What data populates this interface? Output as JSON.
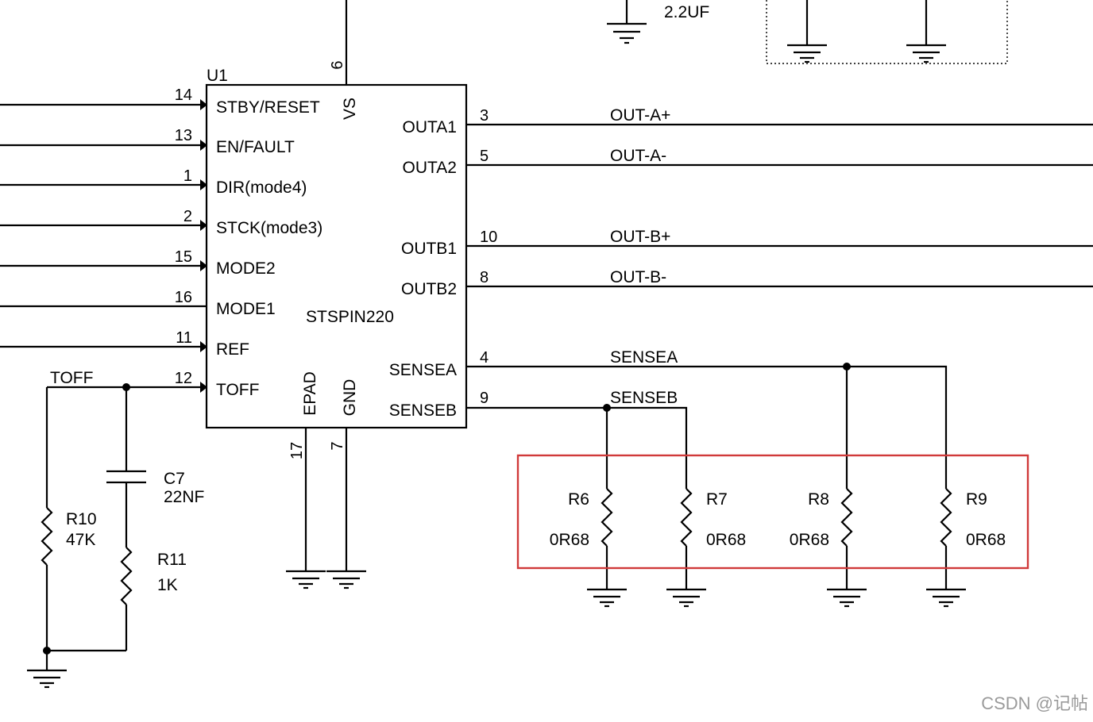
{
  "chip": {
    "ref": "U1",
    "part": "STSPIN220",
    "left_pins": [
      {
        "num": "14",
        "label": "STBY/RESET",
        "arrow": true
      },
      {
        "num": "13",
        "label": "EN/FAULT",
        "arrow": true
      },
      {
        "num": "1",
        "label": "DIR(mode4)",
        "arrow": true
      },
      {
        "num": "2",
        "label": "STCK(mode3)",
        "arrow": true
      },
      {
        "num": "15",
        "label": "MODE2",
        "arrow": true
      },
      {
        "num": "16",
        "label": "MODE1",
        "arrow": false
      },
      {
        "num": "11",
        "label": "REF",
        "arrow": true
      },
      {
        "num": "12",
        "label": "TOFF",
        "arrow": true
      }
    ],
    "right_pins": [
      {
        "num": "3",
        "label": "OUTA1",
        "net": "OUT-A+"
      },
      {
        "num": "5",
        "label": "OUTA2",
        "net": "OUT-A-"
      },
      {
        "num": "10",
        "label": "OUTB1",
        "net": "OUT-B+"
      },
      {
        "num": "8",
        "label": "OUTB2",
        "net": "OUT-B-"
      },
      {
        "num": "4",
        "label": "SENSEA",
        "net": "SENSEA"
      },
      {
        "num": "9",
        "label": "SENSEB",
        "net": "SENSEB"
      }
    ],
    "top_pin": {
      "num": "6",
      "label": "VS"
    },
    "bottom_pins": [
      {
        "num": "17",
        "label": "EPAD"
      },
      {
        "num": "7",
        "label": "GND"
      }
    ]
  },
  "toff_net": "TOFF",
  "capacitors": [
    {
      "ref": "C7",
      "value": "22NF"
    }
  ],
  "top_cap_value": "2.2UF",
  "resistors": [
    {
      "ref": "R10",
      "value": "47K"
    },
    {
      "ref": "R11",
      "value": "1K"
    },
    {
      "ref": "R6",
      "value": "0R68"
    },
    {
      "ref": "R7",
      "value": "0R68"
    },
    {
      "ref": "R8",
      "value": "0R68"
    },
    {
      "ref": "R9",
      "value": "0R68"
    }
  ],
  "highlight_color": "#d03a3a",
  "watermark": "CSDN @记帖"
}
